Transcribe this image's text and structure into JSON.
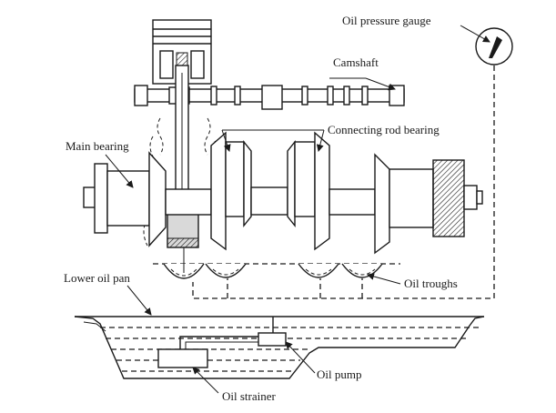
{
  "labels": {
    "oil_pressure_gauge": "Oil pressure gauge",
    "camshaft": "Camshaft",
    "connecting_rod_bearing": "Connecting rod bearing",
    "main_bearing": "Main bearing",
    "lower_oil_pan": "Lower oil pan",
    "oil_troughs": "Oil troughs",
    "oil_pump": "Oil pump",
    "oil_strainer": "Oil strainer"
  }
}
